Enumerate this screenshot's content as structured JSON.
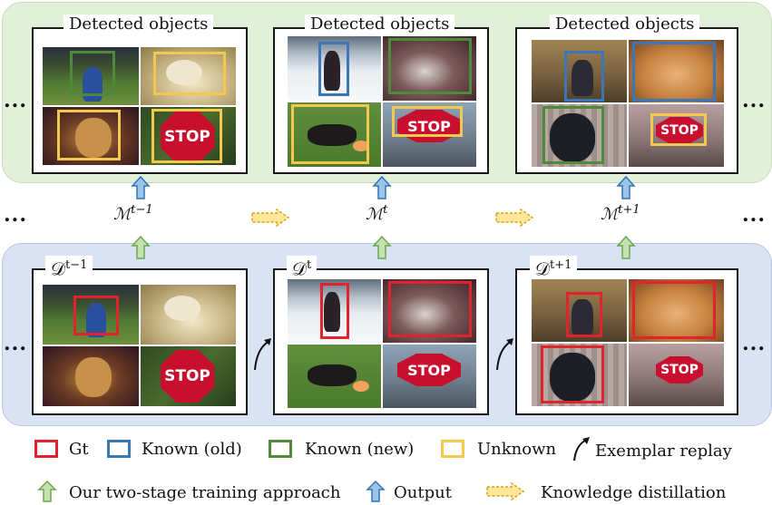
{
  "colors": {
    "gt": "#e0232c",
    "known_old": "#3d76b8",
    "known_new": "#4f8a3a",
    "unknown": "#f2c94c",
    "green_arrow_fill": "#c6e0b4",
    "green_arrow_stroke": "#6aa84f",
    "blue_arrow_fill": "#9dc3e6",
    "blue_arrow_stroke": "#2e75b6",
    "kd_arrow_fill": "#ffe699",
    "kd_arrow_stroke": "#d6a21d"
  },
  "top_frames": {
    "title": "Detected objects"
  },
  "models": {
    "prev": "ℳ",
    "prev_sup": "t−1",
    "curr": "ℳ",
    "curr_sup": "t",
    "next": "ℳ",
    "next_sup": "t+1"
  },
  "datasets": {
    "prev": "𝒟",
    "prev_sup": "t−1",
    "curr": "𝒟",
    "curr_sup": "t",
    "next": "𝒟",
    "next_sup": "t+1"
  },
  "ellipsis": "...",
  "stop_text": "STOP",
  "legend": {
    "gt": "Gt",
    "known_old": "Known (old)",
    "known_new": "Known (new)",
    "unknown": "Unknown",
    "exemplar_replay": "Exemplar replay",
    "two_stage": "Our two-stage training approach",
    "output": "Output",
    "knowledge_distillation": "Knowledge distillation"
  },
  "icons": [
    "green-up-arrow-icon",
    "blue-up-arrow-icon",
    "dashed-right-arrow-icon",
    "curved-arrow-icon"
  ]
}
